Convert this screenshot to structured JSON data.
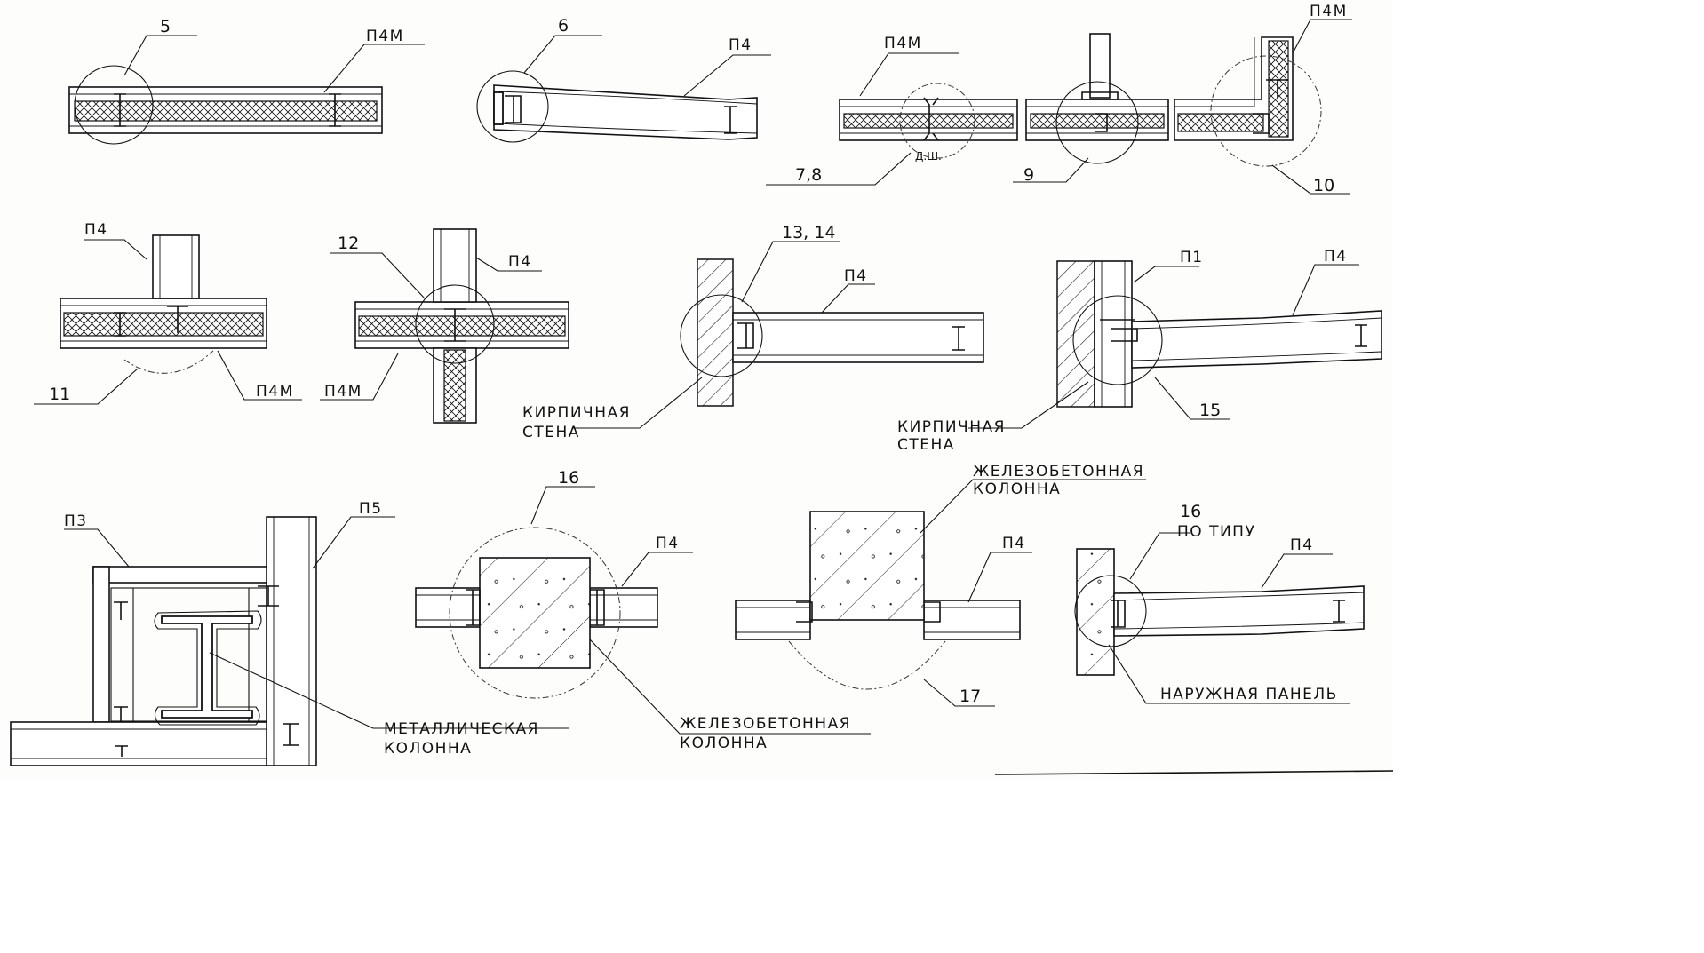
{
  "labels": {
    "p4m": "П4М",
    "p4": "П4",
    "p1": "П1",
    "p3": "П3",
    "p5": "П5",
    "dsh": "Д.Ш.",
    "n5": "5",
    "n6": "6",
    "n78": "7,8",
    "n9": "9",
    "n10": "10",
    "n11": "11",
    "n12": "12",
    "n1314": "13, 14",
    "n15": "15",
    "n16": "16",
    "n16b": "16",
    "po_tipu": "ПО ТИПУ",
    "n17": "17",
    "brick_wall_1": "КИРПИЧНАЯ",
    "brick_wall_2": "СТЕНА",
    "rc_column_1": "ЖЕЛЕЗОБЕТОННАЯ",
    "rc_column_2": "КОЛОННА",
    "metal_column_1": "МЕТАЛЛИЧЕСКАЯ",
    "metal_column_2": "КОЛОННА",
    "outer_panel": "НАРУЖНАЯ ПАНЕЛЬ"
  }
}
